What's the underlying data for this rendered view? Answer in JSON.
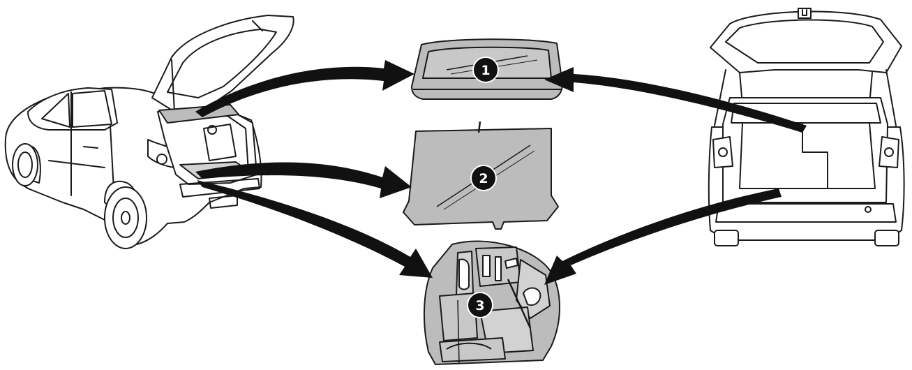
{
  "callouts": [
    {
      "id": "1",
      "label": "1",
      "part": "parcel-shelf"
    },
    {
      "id": "2",
      "label": "2",
      "part": "luggage-floor-panel"
    },
    {
      "id": "3",
      "label": "3",
      "part": "spare-wheel-well-tool-tray"
    }
  ],
  "colors": {
    "line": "#1a1a1a",
    "part_fill": "#bcbcbc",
    "part_fill_light": "#d2d2d2",
    "arrow": "#111111",
    "callout_fill": "#111111",
    "callout_text": "#ffffff",
    "background": "#ffffff"
  }
}
